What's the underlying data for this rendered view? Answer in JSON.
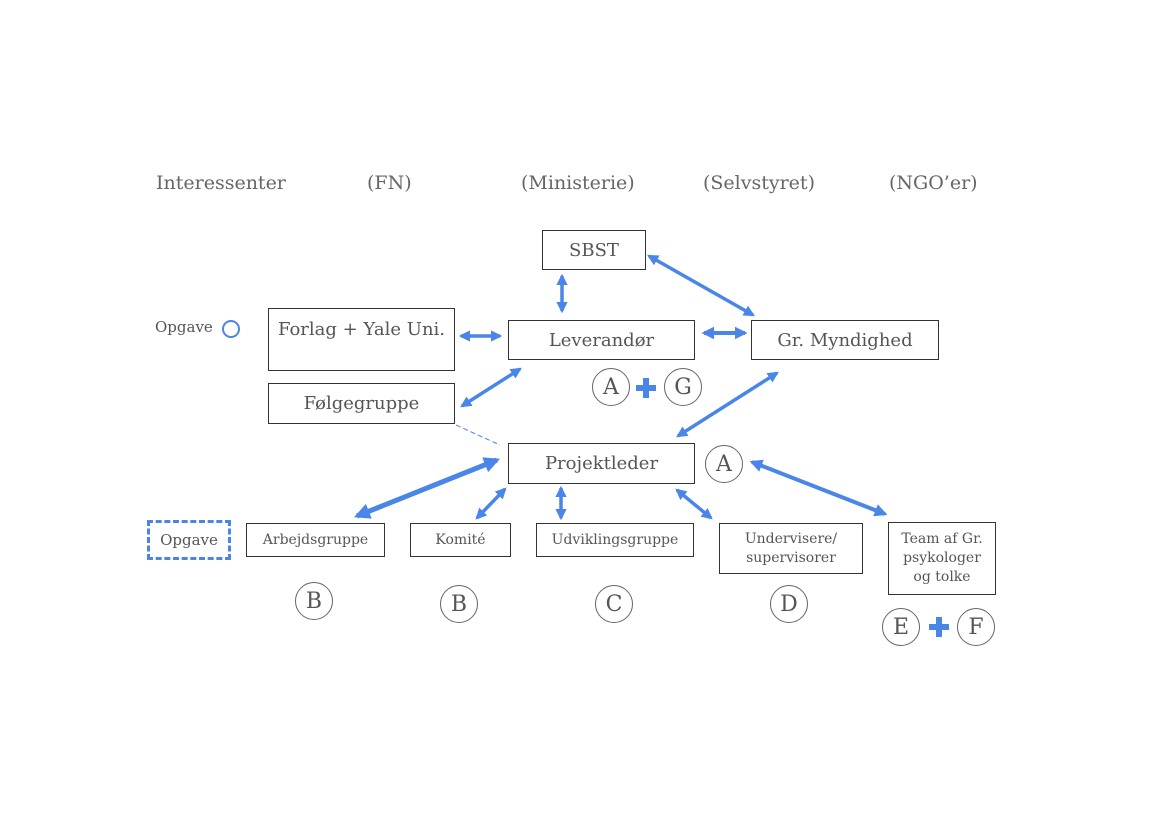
{
  "headers": {
    "stakeholders": "Interessenter",
    "un": "(FN)",
    "ministry": "(Ministerie)",
    "home_rule": "(Selvstyret)",
    "ngos": "(NGO’er)"
  },
  "legend": {
    "task_circle_label": "Opgave",
    "task_dashed_label": "Opgave"
  },
  "nodes": {
    "sbst": "SBST",
    "publisher": "Forlag + Yale Uni.",
    "supplier": "Leverandør",
    "authority": "Gr. Myndighed",
    "follow_group": "Følgegruppe",
    "project_lead": "Projektleder",
    "working_group": "Arbejdsgruppe",
    "committee": "Komité",
    "dev_group": "Udviklingsgruppe",
    "teachers_line1": "Undervisere/",
    "teachers_line2": "supervisorer",
    "team_line1": "Team af Gr.",
    "team_line2": "psykologer",
    "team_line3": "og tolke"
  },
  "markers": {
    "supplier_left": "A",
    "supplier_right": "G",
    "project_lead": "A",
    "working_group": "B",
    "committee": "B",
    "dev_group": "C",
    "teachers": "D",
    "team_left": "E",
    "team_right": "F"
  },
  "colors": {
    "arrow": "#4a86e8",
    "box_border": "#333333",
    "text": "#555555"
  }
}
